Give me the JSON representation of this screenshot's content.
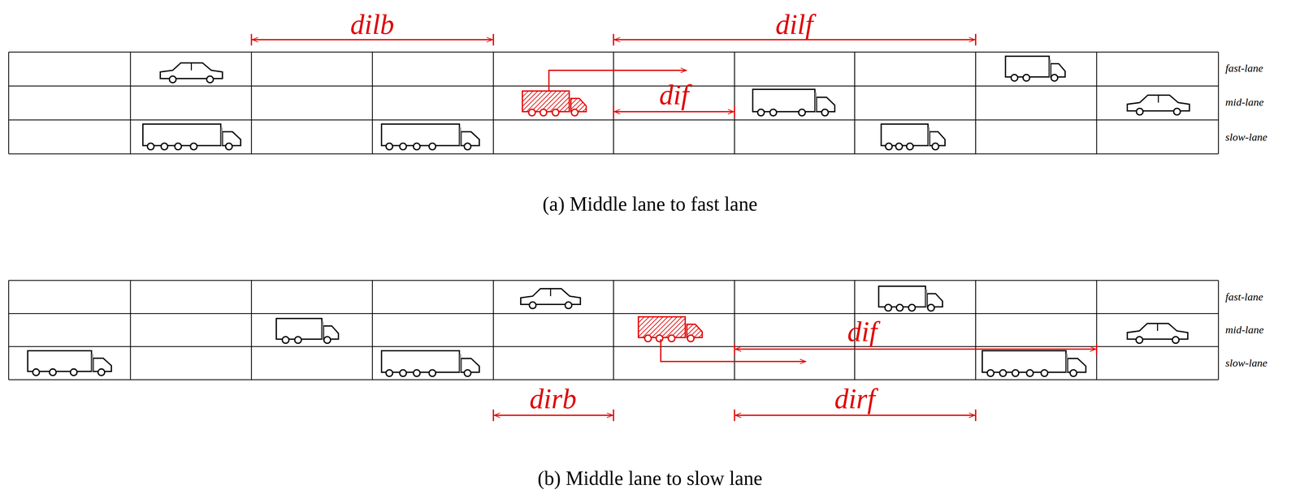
{
  "diagram": {
    "labels": [
      "dilb",
      "dilf",
      "dif",
      "fast-lane",
      "mid-lane",
      "slow-lane",
      "(a) Middle lane to fast lane",
      "fast-lane",
      "mid-lane",
      "slow-lane",
      "dif",
      "dirb",
      "dirf",
      "(b) Middle lane to slow lane"
    ]
  }
}
